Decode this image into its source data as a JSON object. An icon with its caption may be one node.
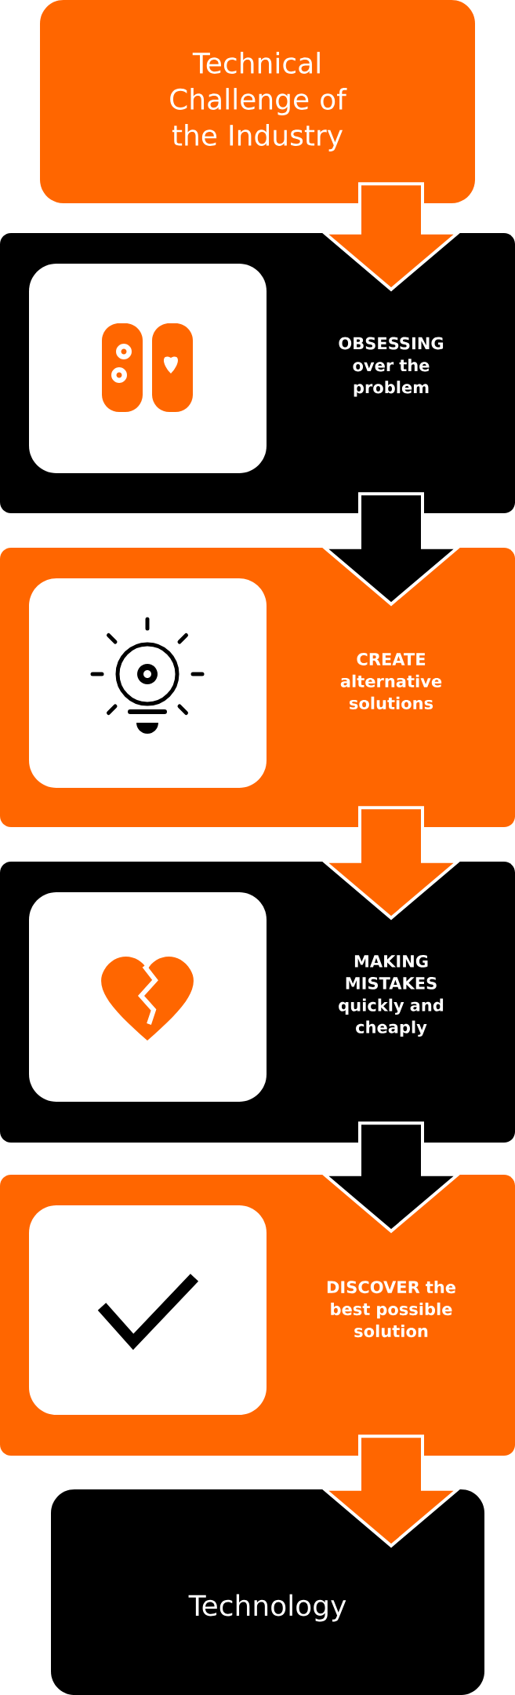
{
  "diagram": {
    "nodes": [
      {
        "text": [
          "Technical Challenge of the Industry"
        ]
      },
      {
        "text": [
          "OBSESSING over the problem"
        ]
      },
      {
        "text": [
          "CREATE alternative solutions"
        ]
      },
      {
        "text": [
          "MAKING MISTAKES quickly and cheaply"
        ]
      },
      {
        "text": [
          "DISCOVER the best possible solution"
        ]
      },
      {
        "text": [
          "Technology"
        ]
      }
    ],
    "edges": [
      {
        "from": 0,
        "to": 1,
        "arrow": "to"
      },
      {
        "from": 1,
        "to": 2,
        "arrow": "to",
        "color": "#000000"
      },
      {
        "from": 2,
        "to": 3,
        "arrow": "to"
      },
      {
        "from": 3,
        "to": 4,
        "arrow": "to",
        "color": "#000000"
      },
      {
        "from": 4,
        "to": 5,
        "arrow": "to"
      }
    ]
  }
}
